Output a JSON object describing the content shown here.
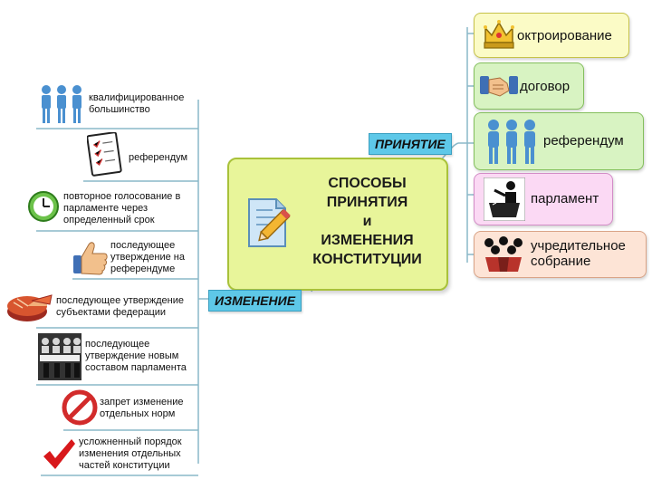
{
  "center": {
    "title": "СПОСОБЫ\nПРИНЯТИЯ\nи\nИЗМЕНЕНИЯ\nКОНСТИТУЦИИ",
    "icon": "document-pencil-icon"
  },
  "branches": {
    "adoption": "ПРИНЯТИЕ",
    "amendment": "ИЗМЕНЕНИЕ"
  },
  "adoption_items": [
    {
      "label": "октроирование",
      "icon": "crown-icon",
      "bg": "#fbfbc6",
      "border": "#c6c24a"
    },
    {
      "label": "договор",
      "icon": "handshake-icon",
      "bg": "#d8f3c2",
      "border": "#84bf5d"
    },
    {
      "label": "референдум",
      "icon": "people-icon",
      "bg": "#d8f3c2",
      "border": "#84bf5d"
    },
    {
      "label": "парламент",
      "icon": "speaker-podium-icon",
      "bg": "#fbd9f4",
      "border": "#d38cc7"
    },
    {
      "label": "учредительное собрание",
      "icon": "assembly-icon",
      "bg": "#fde4d6",
      "border": "#d9a386"
    }
  ],
  "amendment_items": [
    {
      "label": "квалифицированное большинство",
      "icon": "people-icon"
    },
    {
      "label": "референдум",
      "icon": "ballot-icon"
    },
    {
      "label": "повторное голосование в парламенте через определенный срок",
      "icon": "clock-icon"
    },
    {
      "label": "последующее утверждение на референдуме",
      "icon": "thumbs-up-icon"
    },
    {
      "label": "последующее утверждение субъектами федерации",
      "icon": "pie-chart-icon"
    },
    {
      "label": "последующее утверждение новым составом парламента",
      "icon": "parliament-icon"
    },
    {
      "label": "запрет изменение отдельных норм",
      "icon": "prohibited-icon"
    },
    {
      "label": "усложненный порядок изменения отдельных частей конституции",
      "icon": "checkmark-icon"
    }
  ]
}
